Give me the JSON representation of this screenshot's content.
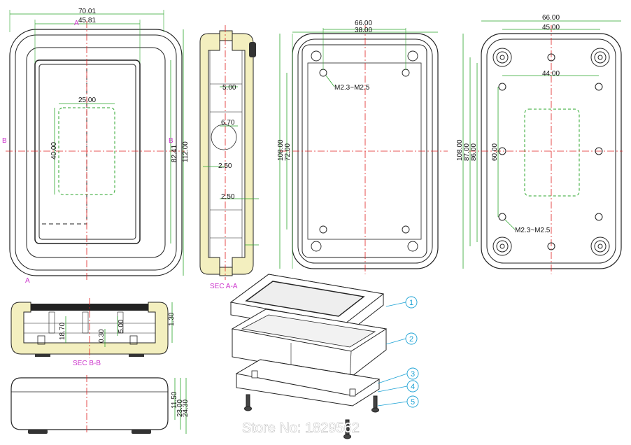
{
  "colors": {
    "outline": "#222222",
    "dimension": "#2aa52a",
    "center": "#e02020",
    "section_fill": "#f3efbf",
    "callout": "#1aa1d4",
    "section_label": "#cc33cc"
  },
  "front_view": {
    "dim_width": "70.01",
    "dim_inner_width": "45.81",
    "dim_screen_width": "25.00",
    "dim_screen_height": "40.00",
    "dim_inner_height": "82.41",
    "dim_height": "112.00",
    "mark_a_top": "A",
    "mark_a_bottom": "A",
    "mark_b_left": "B",
    "mark_b_right": "B"
  },
  "section_a": {
    "label": "SEC A-A",
    "dim_1": "5.00",
    "dim_2": "6.70",
    "dim_3": "2.50",
    "dim_4": "2.50"
  },
  "back_view": {
    "dim_width": "66.00",
    "dim_hole_spacing": "38.00",
    "dim_height": "108.00",
    "dim_hole_height": "72.00",
    "screw_note": "M2.3~M2.5"
  },
  "bottom_view": {
    "dim_width": "66.00",
    "dim_boss_spacing": "45.00",
    "dim_inner": "44.00",
    "dim_height_1": "108.00",
    "dim_height_2": "87.00",
    "dim_height_3": "86.00",
    "dim_hole_height": "60.00",
    "screw_note": "M2.3~M2.5"
  },
  "section_b": {
    "label": "SEC B-B",
    "dim_1": "18.70",
    "dim_2": "0.30",
    "dim_3": "5.00",
    "dim_4": "1.30"
  },
  "side_view": {
    "dim_1": "11.50",
    "dim_2": "23.00",
    "dim_3": "24.30"
  },
  "exploded": {
    "callouts": [
      "1",
      "2",
      "3",
      "4",
      "5"
    ]
  },
  "watermark": {
    "store_text": "Store No: 1829562"
  }
}
